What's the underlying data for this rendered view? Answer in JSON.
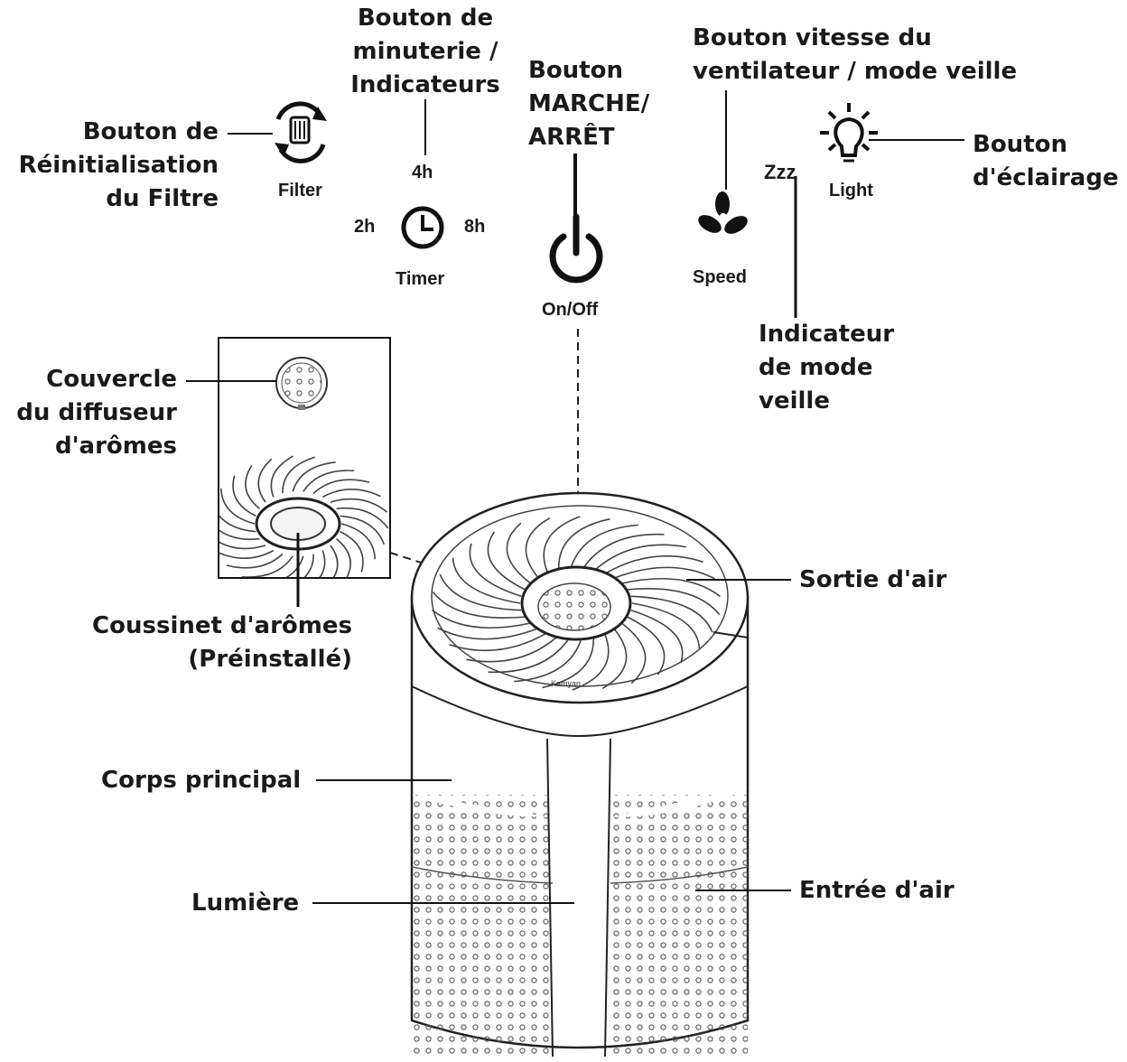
{
  "labels": {
    "filter_reset": [
      "Bouton de",
      "Réinitialisation",
      "du Filtre"
    ],
    "timer_button": [
      "Bouton de",
      "minuterie /",
      "Indicateurs"
    ],
    "power_button": [
      "Bouton",
      "MARCHE/",
      "ARRÊT"
    ],
    "fan_speed": [
      "Bouton vitesse du",
      "ventilateur / mode veille"
    ],
    "light_button": [
      "Bouton",
      "d'éclairage"
    ],
    "sleep_indicator": [
      "Indicateur",
      "de mode",
      "veille"
    ],
    "diffuser_cover": [
      "Couvercle",
      "du diffuseur",
      "d'arômes"
    ],
    "aroma_pad": [
      "Coussinet d'arômes",
      "(Préinstallé)"
    ],
    "air_outlet": "Sortie d'air",
    "main_body": "Corps principal",
    "light": "Lumière",
    "air_inlet": "Entrée d'air"
  },
  "panel": {
    "filter": "Filter",
    "timer": "Timer",
    "timer_4h": "4h",
    "timer_2h": "2h",
    "timer_8h": "8h",
    "on_off": "On/Off",
    "speed": "Speed",
    "sleep": "Zzz",
    "light": "Light"
  },
  "device": {
    "brand": "Kamyan"
  }
}
